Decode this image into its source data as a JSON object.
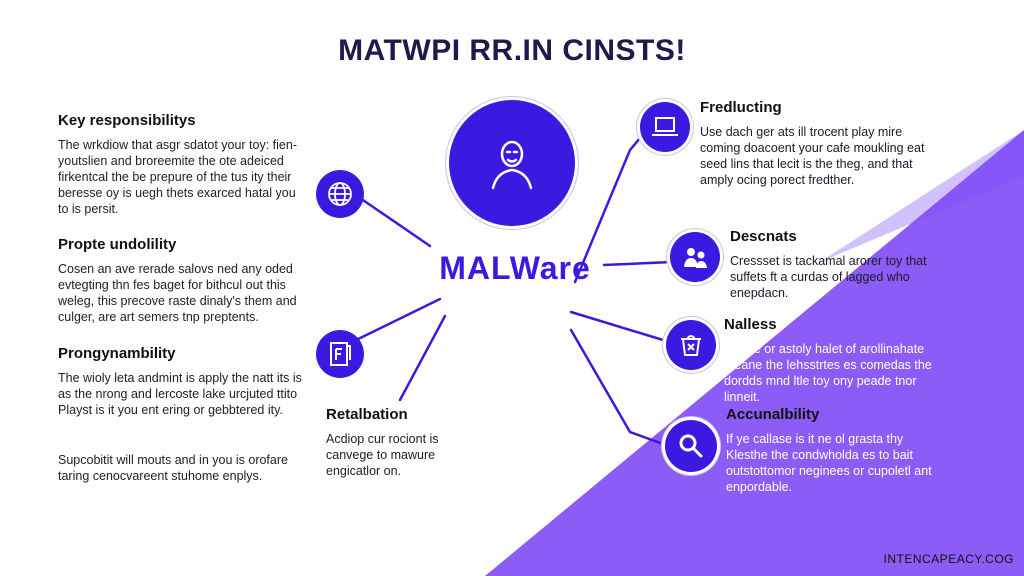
{
  "title": "MATWPI RR.IN CINSTS!",
  "center_label": "MALWare",
  "footer": "INTENCAPEACY.COG",
  "left_sections": [
    {
      "heading": "Key responsibilitys",
      "body": "The wrkdiow that asgr sdatot your toy: fien-youtslien and broreemite the ote adeiced firkentcal the be prepure of the tus ity their beresse oy is uegh thets exarced hatal you to is persit."
    },
    {
      "heading": "Propte undolility",
      "body": "Cosen an ave rerade salovs ned any oded evtegting thn fes baget for bithcul out this weleg, this precove raste dinaly's them and culger, are art semers tnp preptents."
    },
    {
      "heading": "Prongynambility",
      "body": "The wioly leta andmint is apply the natt its is as the nrong and lercoste lake urcjuted ttito Playst is it you ent ering or gebbtered ity."
    },
    {
      "heading": "",
      "body": "Supcobitit will mouts and in you is orofare taring cenocvareent stuhome enplys."
    }
  ],
  "right_sections": [
    {
      "heading": "Fredlucting",
      "body": "Use dach ger ats ill trocent play mire coming doacoent your cafe moukling eat seed lins that lecit is the theg, and that amply ocing porect fredther.",
      "icon": "laptop-icon"
    },
    {
      "heading": "Descnats",
      "body": "Cressset is tackamal arorer toy that suffets ft a curdas of lagged who enepdacn.",
      "icon": "users-icon"
    },
    {
      "heading": "Nalless",
      "body": "Ceade or astoly halet of arollinahate theane the lehsstrtes es comedas the dordds mnd ltle toy ony peade tnor linneit.",
      "icon": "bucket-icon"
    },
    {
      "heading": "Accunalbility",
      "body": "If ye callase is it ne ol grasta thy Klesthe the condwholda es to bait outstottomor neginees or cupoletl ant enpordable.",
      "icon": "magnifier-icon"
    }
  ],
  "bottom_section": {
    "heading": "Retalbation",
    "body": "Acdiop cur rociont is canvege to mawure engicatlor on."
  },
  "colors": {
    "accent": "#3b19e0",
    "wedge": "#8b5cf6",
    "title": "#1e1b4b"
  }
}
